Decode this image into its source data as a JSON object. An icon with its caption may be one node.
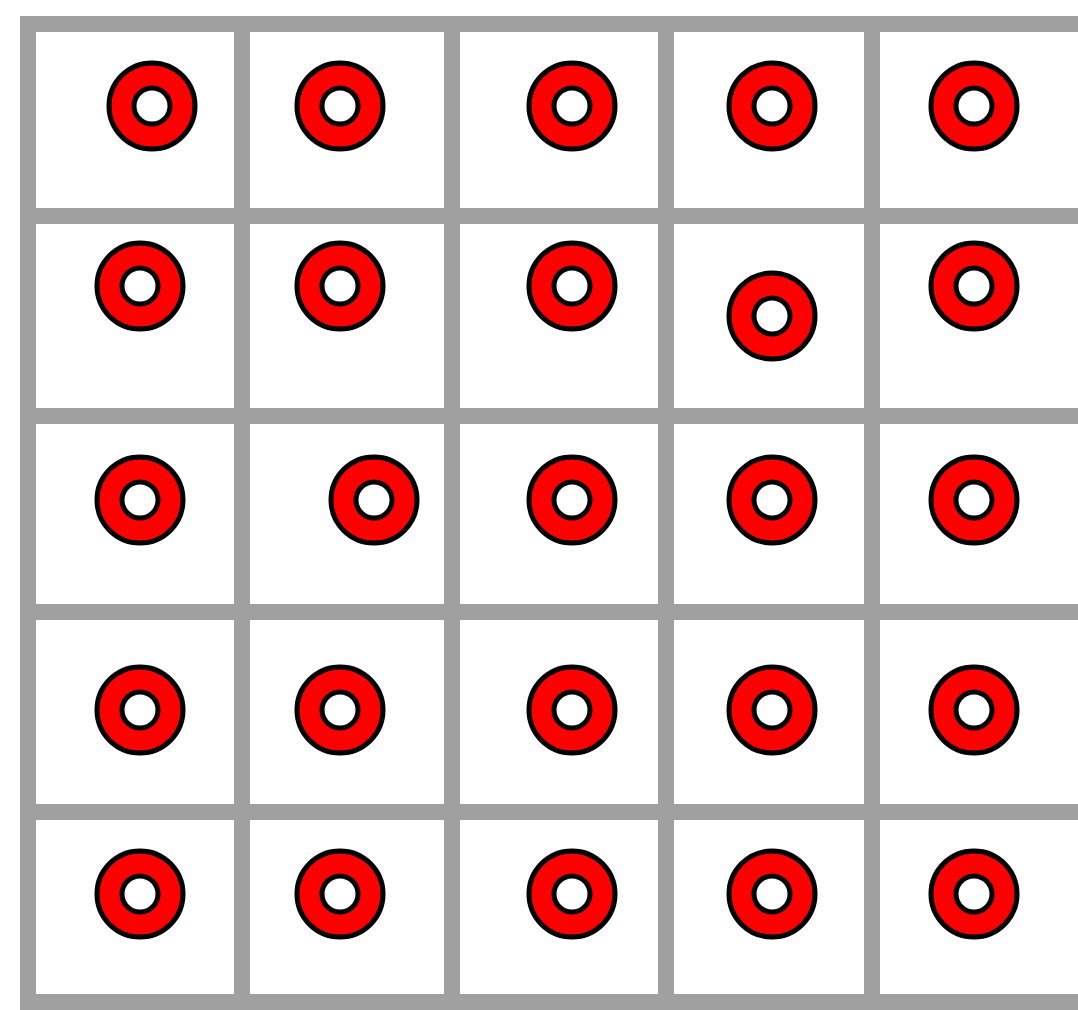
{
  "diagram": {
    "nodes": [
      {
        "text": [],
        "shape": "circle"
      },
      {
        "text": [],
        "shape": "circle"
      },
      {
        "text": [],
        "shape": "circle"
      },
      {
        "text": [],
        "shape": "circle"
      },
      {
        "text": [],
        "shape": "circle"
      },
      {
        "text": [],
        "shape": "circle"
      },
      {
        "text": [],
        "shape": "circle"
      },
      {
        "text": [],
        "shape": "circle"
      },
      {
        "text": [],
        "shape": "circle"
      },
      {
        "text": [],
        "shape": "circle"
      },
      {
        "text": [],
        "shape": "circle"
      },
      {
        "text": [],
        "shape": "circle"
      },
      {
        "text": [],
        "shape": "circle"
      },
      {
        "text": [],
        "shape": "circle"
      },
      {
        "text": [],
        "shape": "circle"
      },
      {
        "text": [],
        "shape": "circle"
      },
      {
        "text": [],
        "shape": "circle"
      },
      {
        "text": [],
        "shape": "circle"
      },
      {
        "text": [],
        "shape": "circle"
      },
      {
        "text": [],
        "shape": "circle"
      },
      {
        "text": [],
        "shape": "circle"
      },
      {
        "text": [],
        "shape": "circle"
      },
      {
        "text": [],
        "shape": "circle"
      },
      {
        "text": [],
        "shape": "circle"
      },
      {
        "text": [],
        "shape": "circle"
      }
    ]
  }
}
